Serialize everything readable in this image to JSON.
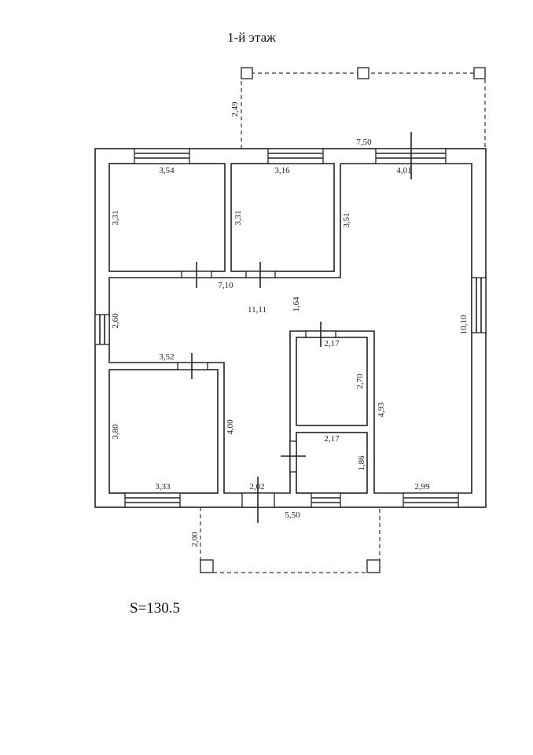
{
  "title": "1-й этаж",
  "area": "S=130.5",
  "dims": {
    "terrace_top_depth": "2,49",
    "total_width": "7,50",
    "room1_width": "3,54",
    "room2_width": "3,16",
    "room3_width": "4,01",
    "room1_height": "3,31",
    "room2_height": "3,31",
    "room3_height": "3,51",
    "corridor_length": "7,10",
    "hall_area": "11,11",
    "hall_width": "1,64",
    "left_window_offset": "2,60",
    "total_height": "10,10",
    "bath_width": "2,17",
    "bath_height": "2,70",
    "room4_width": "3,52",
    "room4_height": "3,80",
    "room4_bottom": "3,33",
    "hall_height": "4,00",
    "entrance_width": "2,02",
    "wc_width": "2,17",
    "wc_height": "1,86",
    "block_height": "4,93",
    "room3_bottom": "2,99",
    "porch_width": "5,50",
    "porch_depth": "2,00"
  }
}
